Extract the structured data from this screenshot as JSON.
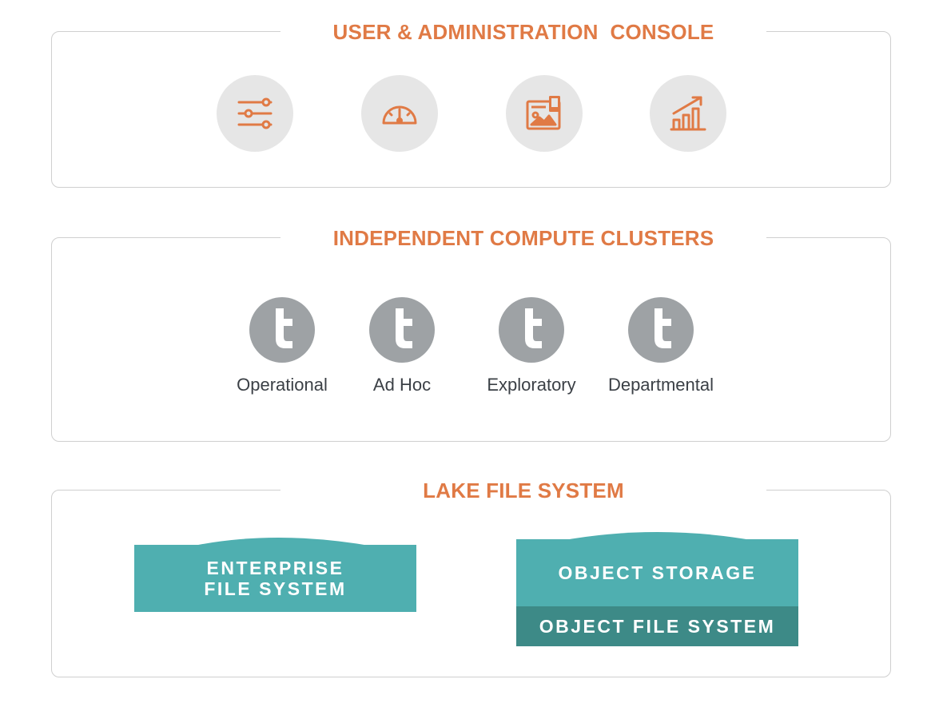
{
  "colors": {
    "title": "#e07a45",
    "icon_bg": "#e6e6e6",
    "cluster_logo": "#9ea2a5",
    "teal": "#4fafb0",
    "teal_dark": "#3d8a87"
  },
  "console": {
    "title": "USER & ADMINISTRATION  CONSOLE",
    "icons": [
      "sliders-icon",
      "gauge-icon",
      "dashboard-icon",
      "growth-chart-icon"
    ]
  },
  "clusters": {
    "title": "INDEPENDENT COMPUTE CLUSTERS",
    "items": [
      {
        "label": "Operational",
        "icon": "cluster-t-logo"
      },
      {
        "label": "Ad Hoc",
        "icon": "cluster-t-logo"
      },
      {
        "label": "Exploratory",
        "icon": "cluster-t-logo"
      },
      {
        "label": "Departmental",
        "icon": "cluster-t-logo"
      }
    ]
  },
  "lake": {
    "title": "LAKE FILE SYSTEM",
    "enterprise": {
      "line1": "ENTERPRISE",
      "line2": "FILE SYSTEM"
    },
    "object": {
      "top": "OBJECT STORAGE",
      "bottom": "OBJECT FILE SYSTEM"
    }
  }
}
